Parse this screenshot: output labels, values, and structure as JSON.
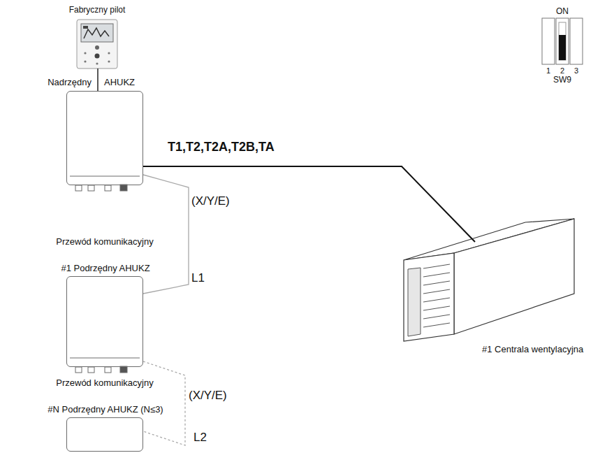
{
  "diagram": {
    "nodes": [
      {
        "text": [
          "Nadrzędny",
          "AHUKZ"
        ]
      },
      {
        "text": [
          "#1 Podrzędny AHUKZ"
        ]
      },
      {
        "text": [
          "#N Podrzędny AHUKZ (N≤3)"
        ]
      },
      {
        "text": [
          "#1 Centrala wentylacyjna"
        ]
      }
    ],
    "edges": [
      {
        "from": 0,
        "to": 3,
        "arrow": "none",
        "label": "T1,T2,T2A,T2B,TA"
      },
      {
        "from": 0,
        "to": 1,
        "arrow": "none",
        "label": "(X/Y/E)"
      },
      {
        "from": 1,
        "to": 2,
        "arrow": "none",
        "label": "(X/Y/E)"
      }
    ],
    "labels": [
      "Fabryczny pilot",
      "Przewód komunikacyjny",
      "L1",
      "Przewód komunikacyjny",
      "L2",
      "ON",
      "1",
      "2",
      "3",
      "SW9"
    ]
  }
}
